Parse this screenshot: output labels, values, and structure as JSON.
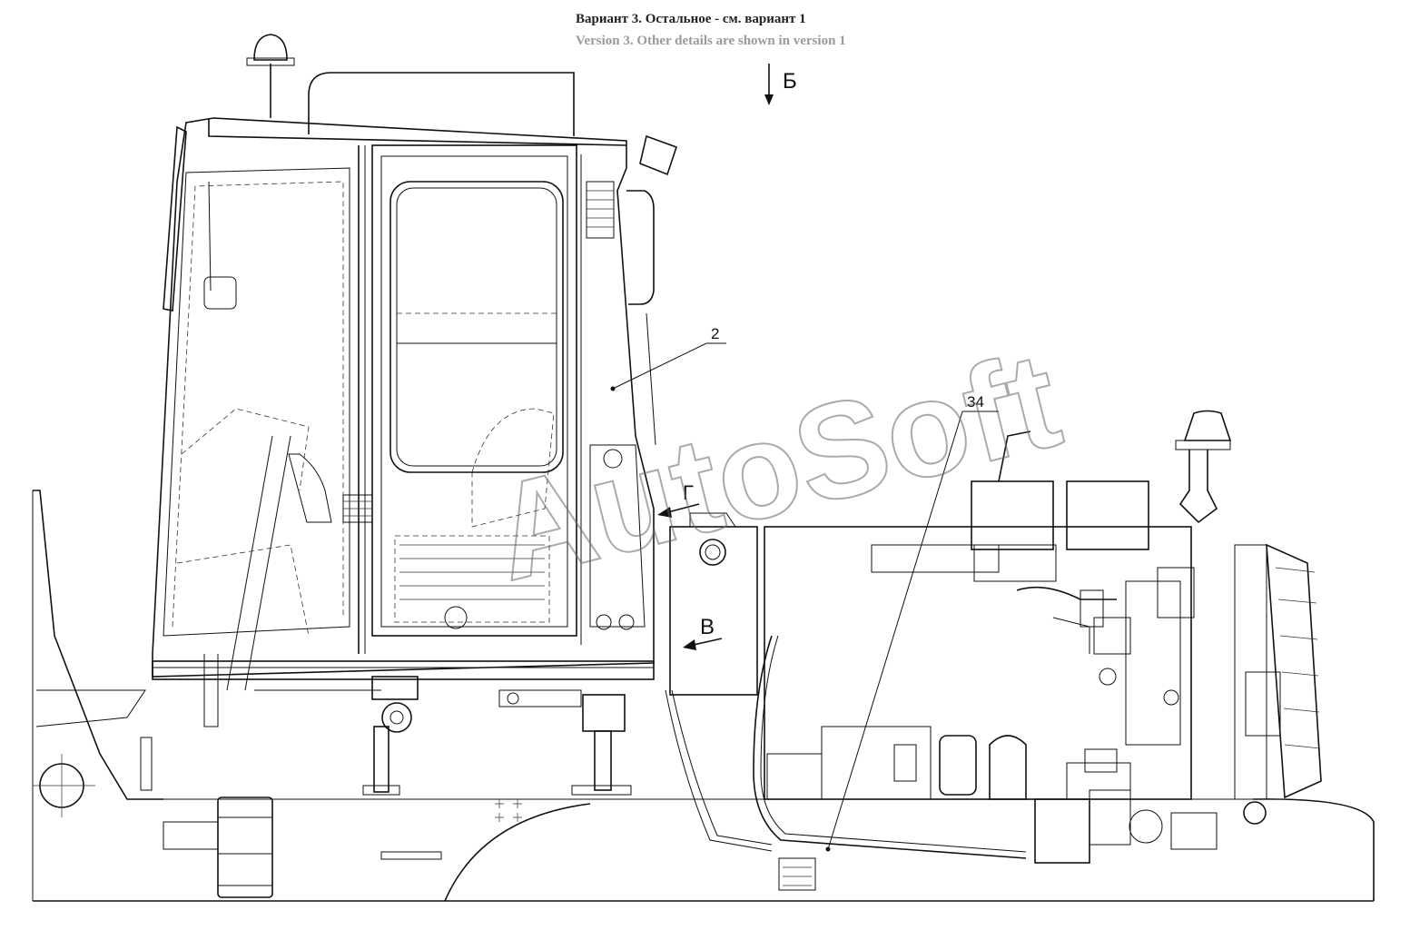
{
  "header": {
    "caption_ru": "Вариант 3. Остальное - см. вариант 1",
    "caption_en": "Version 3. Other details are shown in version 1"
  },
  "view_labels": {
    "b": "Б",
    "v": "В",
    "g": "Г"
  },
  "callouts": {
    "c2": "2",
    "c34": "34"
  },
  "watermark": {
    "text": "AutoSoft"
  },
  "colors": {
    "line": "#111111",
    "caption_secondary": "#9a9a9a"
  }
}
